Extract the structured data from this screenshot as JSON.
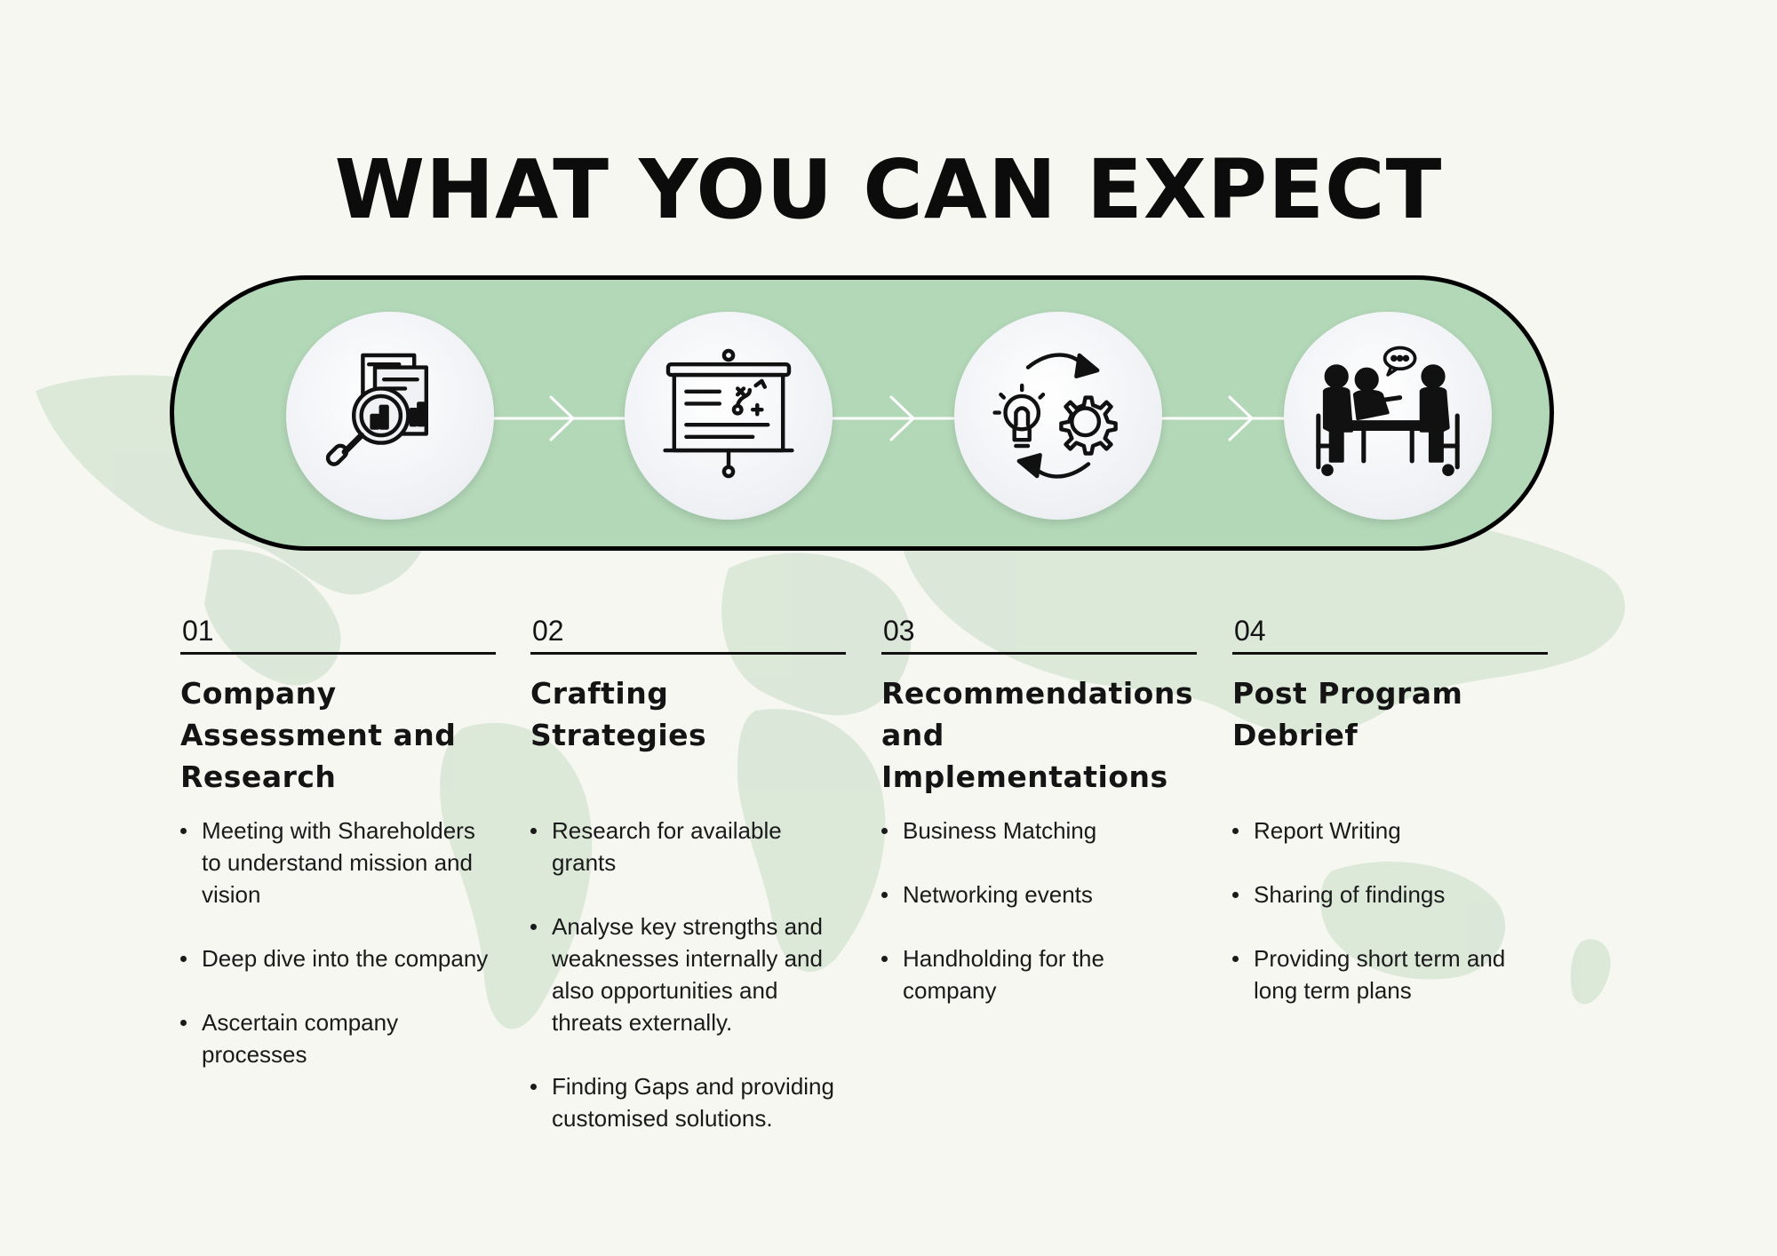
{
  "title": "WHAT YOU CAN EXPECT",
  "colors": {
    "pill": "#b3d8b8",
    "map": "#a9cba9",
    "background": "#f7f7f2"
  },
  "steps": [
    {
      "number": "01",
      "icon": "magnifier-report-icon",
      "title": "Company Assessment and Research",
      "bullets": [
        "Meeting with Shareholders to understand mission and vision",
        "Deep dive into the company",
        "Ascertain company processes"
      ]
    },
    {
      "number": "02",
      "icon": "presentation-board-icon",
      "title": "Crafting Strategies",
      "bullets": [
        "Research for available grants",
        "Analyse key strengths and weaknesses internally and also opportunities and threats externally.",
        "Finding Gaps and providing customised solutions."
      ]
    },
    {
      "number": "03",
      "icon": "lightbulb-gear-cycle-icon",
      "title": "Recommendations and Implementations",
      "bullets": [
        "Business Matching",
        "Networking events",
        "Handholding for the company"
      ]
    },
    {
      "number": "04",
      "icon": "meeting-table-icon",
      "title": "Post Program Debrief",
      "bullets": [
        "Report Writing",
        "Sharing of findings",
        "Providing short term and long term plans"
      ]
    }
  ]
}
